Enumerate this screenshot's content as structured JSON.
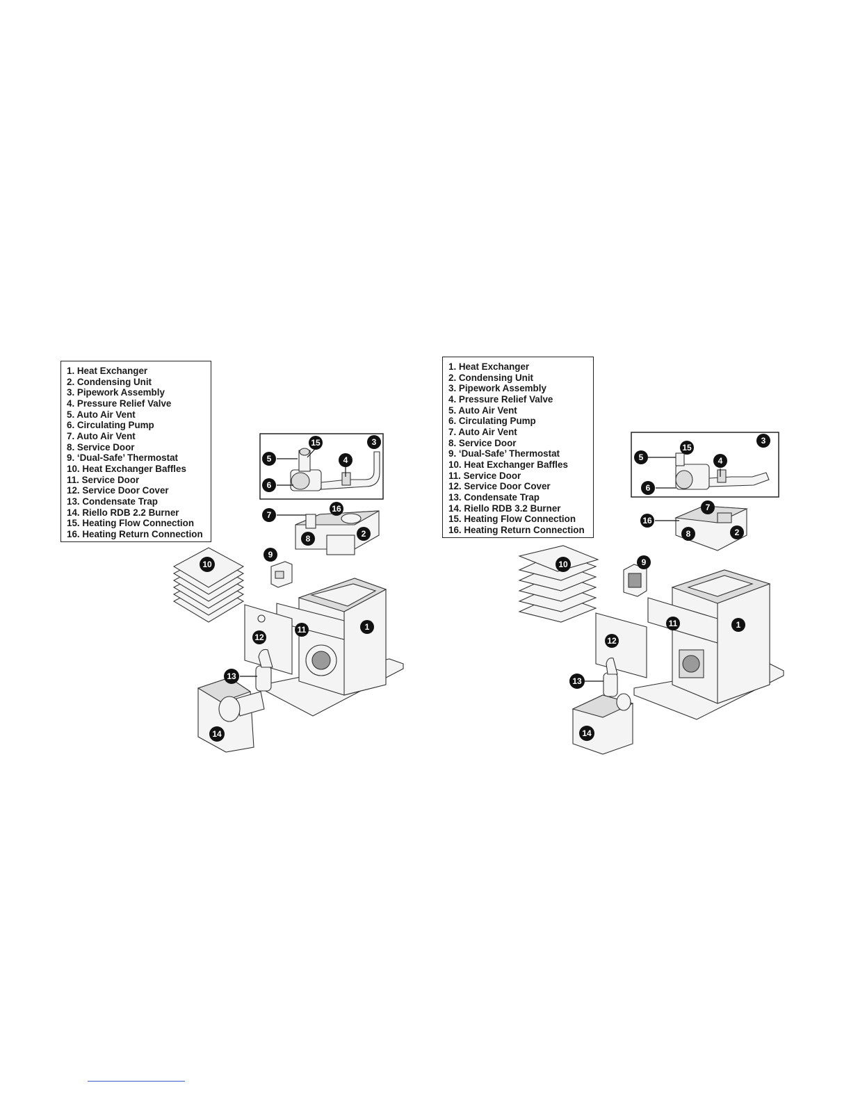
{
  "diagrams": [
    {
      "id": "left",
      "legend": [
        "1.   Heat Exchanger",
        "2.   Condensing Unit",
        "3.   Pipework Assembly",
        "4.   Pressure Relief Valve",
        "5.   Auto Air Vent",
        "6.   Circulating Pump",
        "7.   Auto Air Vent",
        "8.   Service Door",
        "9.   ‘Dual-Safe’ Thermostat",
        "10. Heat Exchanger Baffles",
        "11. Service Door",
        "12. Service Door Cover",
        "13. Condensate Trap",
        "14. Riello RDB 2.2 Burner",
        "15. Heating Flow Connection",
        "16. Heating Return Connection"
      ],
      "callouts": [
        "1",
        "2",
        "3",
        "4",
        "5",
        "6",
        "7",
        "8",
        "9",
        "10",
        "11",
        "12",
        "13",
        "14",
        "15",
        "16"
      ]
    },
    {
      "id": "right",
      "legend": [
        "1.   Heat Exchanger",
        "2.   Condensing Unit",
        "3.   Pipework Assembly",
        "4.   Pressure Relief Valve",
        "5.   Auto Air Vent",
        "6.   Circulating Pump",
        "7.   Auto Air Vent",
        "8.   Service Door",
        "9.   ‘Dual-Safe’ Thermostat",
        "10. Heat Exchanger Baffles",
        "11. Service Door",
        "12. Service Door Cover",
        "13. Condensate Trap",
        "14. Riello RDB 3.2 Burner",
        "15. Heating Flow Connection",
        "16. Heating Return Connection"
      ],
      "callouts": [
        "1",
        "2",
        "3",
        "4",
        "5",
        "6",
        "7",
        "8",
        "9",
        "10",
        "11",
        "12",
        "13",
        "14",
        "15",
        "16"
      ]
    }
  ]
}
